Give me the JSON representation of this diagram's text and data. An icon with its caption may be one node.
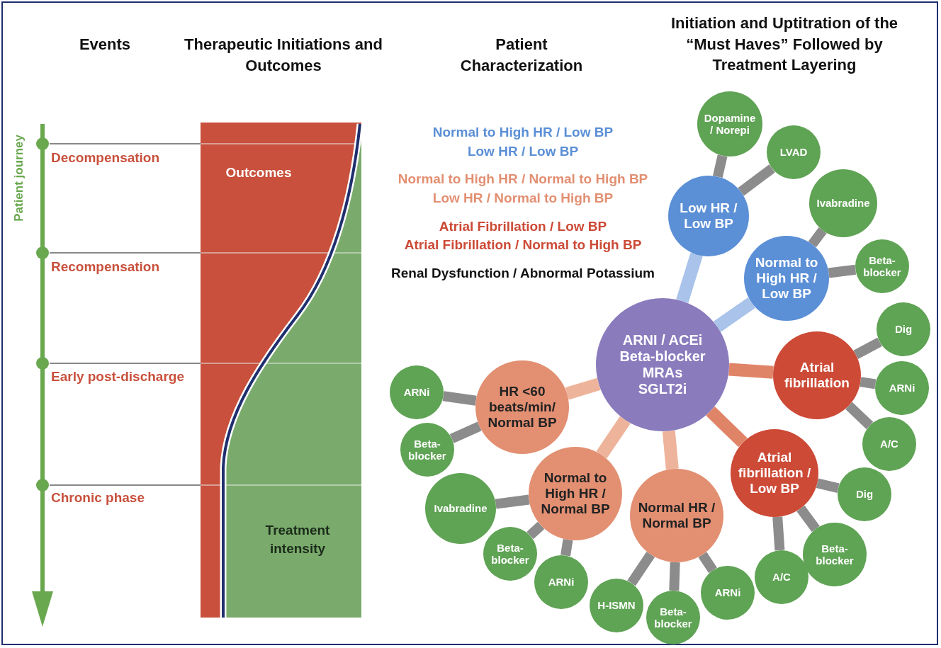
{
  "diagram": {
    "nodes": [
      {
        "text": [
          "ARNI / ACEi",
          "Beta-blocker",
          "MRAs",
          "SGLT2i"
        ]
      },
      {
        "text": [
          "Low HR / Low BP"
        ]
      },
      {
        "text": [
          "Dopamine / Norepi"
        ]
      },
      {
        "text": [
          "LVAD"
        ]
      },
      {
        "text": [
          "Normal to High HR / Low BP"
        ]
      },
      {
        "text": [
          "Ivabradine"
        ]
      },
      {
        "text": [
          "Beta-blocker"
        ]
      },
      {
        "text": [
          "Atrial fibrillation"
        ]
      },
      {
        "text": [
          "Dig"
        ]
      },
      {
        "text": [
          "ARNi"
        ]
      },
      {
        "text": [
          "A/C"
        ]
      },
      {
        "text": [
          "Atrial fibrillation / Low BP"
        ]
      },
      {
        "text": [
          "Dig"
        ]
      },
      {
        "text": [
          "Beta-blocker"
        ]
      },
      {
        "text": [
          "A/C"
        ]
      },
      {
        "text": [
          "Normal HR / Normal BP"
        ]
      },
      {
        "text": [
          "ARNi"
        ]
      },
      {
        "text": [
          "Beta-blocker"
        ]
      },
      {
        "text": [
          "H-ISMN"
        ]
      },
      {
        "text": [
          "Normal to High HR / Normal BP"
        ]
      },
      {
        "text": [
          "ARNi"
        ]
      },
      {
        "text": [
          "Beta-blocker"
        ]
      },
      {
        "text": [
          "Ivabradine"
        ]
      },
      {
        "text": [
          "HR <60 beats/min/ Normal BP"
        ]
      },
      {
        "text": [
          "ARNi"
        ]
      },
      {
        "text": [
          "Beta-blocker"
        ]
      }
    ],
    "edges": [
      {
        "from": 0,
        "to": 1,
        "arrow": "none",
        "color": "#a9c3ea"
      },
      {
        "from": 1,
        "to": 2,
        "arrow": "none"
      },
      {
        "from": 1,
        "to": 3,
        "arrow": "none"
      },
      {
        "from": 0,
        "to": 4,
        "arrow": "none",
        "color": "#a9c3ea"
      },
      {
        "from": 4,
        "to": 5,
        "arrow": "none"
      },
      {
        "from": 4,
        "to": 6,
        "arrow": "none"
      },
      {
        "from": 0,
        "to": 7,
        "arrow": "none",
        "color": "#e08468"
      },
      {
        "from": 7,
        "to": 8,
        "arrow": "none"
      },
      {
        "from": 7,
        "to": 9,
        "arrow": "none"
      },
      {
        "from": 7,
        "to": 10,
        "arrow": "none"
      },
      {
        "from": 0,
        "to": 11,
        "arrow": "none",
        "color": "#e08468"
      },
      {
        "from": 11,
        "to": 12,
        "arrow": "none"
      },
      {
        "from": 11,
        "to": 13,
        "arrow": "none"
      },
      {
        "from": 11,
        "to": 14,
        "arrow": "none"
      },
      {
        "from": 0,
        "to": 15,
        "arrow": "none",
        "color": "#eeb49b"
      },
      {
        "from": 15,
        "to": 16,
        "arrow": "none"
      },
      {
        "from": 15,
        "to": 17,
        "arrow": "none"
      },
      {
        "from": 15,
        "to": 18,
        "arrow": "none"
      },
      {
        "from": 0,
        "to": 19,
        "arrow": "none",
        "color": "#eeb49b"
      },
      {
        "from": 19,
        "to": 20,
        "arrow": "none"
      },
      {
        "from": 19,
        "to": 21,
        "arrow": "none"
      },
      {
        "from": 19,
        "to": 22,
        "arrow": "none"
      },
      {
        "from": 0,
        "to": 23,
        "arrow": "none",
        "color": "#eeb49b"
      },
      {
        "from": 23,
        "to": 24,
        "arrow": "none"
      },
      {
        "from": 23,
        "to": 25,
        "arrow": "none"
      }
    ],
    "labels": [
      "Events",
      "Therapeutic Initiations and Outcomes",
      "Patient Characterization",
      "Initiation and Uptitration of the “Must Haves” Followed by Treatment Layering",
      "Patient journey",
      "Decompensation",
      "Recompensation",
      "Early post-discharge",
      "Chronic phase",
      "Outcomes",
      "Treatment intensity",
      "Normal to High HR / Low BP",
      "Low HR / Low BP",
      "Normal to High HR / Normal to High BP",
      "Low HR / Normal to High BP",
      "Atrial Fibrillation / Low BP",
      "Atrial Fibrillation / Normal to High BP",
      "Renal Dysfunction / Abnormal Potassium"
    ]
  }
}
